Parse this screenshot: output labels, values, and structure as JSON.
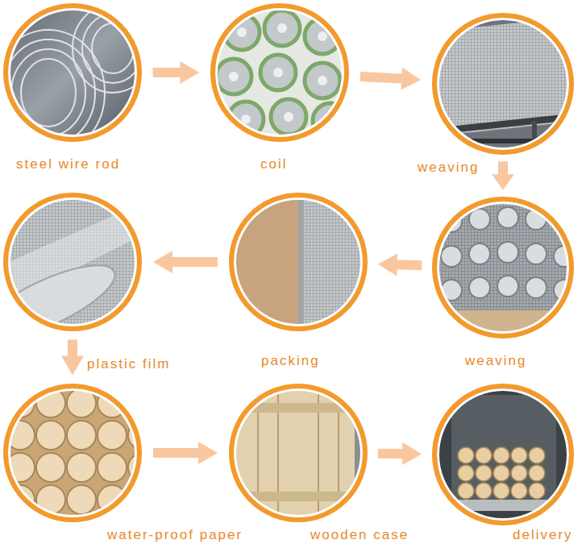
{
  "diagram": {
    "nodes": [
      {
        "text": [
          "steel wire rod"
        ]
      },
      {
        "text": [
          "coil"
        ]
      },
      {
        "text": [
          "weaving"
        ]
      },
      {
        "text": [
          "plastic film"
        ]
      },
      {
        "text": [
          "packing"
        ]
      },
      {
        "text": [
          "weaving"
        ]
      },
      {
        "text": [
          "water-proof paper"
        ]
      },
      {
        "text": [
          "wooden case"
        ]
      },
      {
        "text": [
          "delivery"
        ]
      }
    ],
    "edges": [
      {
        "from": 0,
        "to": 1,
        "arrow": "to"
      },
      {
        "from": 1,
        "to": 2,
        "arrow": "to"
      },
      {
        "from": 2,
        "to": 5,
        "arrow": "to"
      },
      {
        "from": 5,
        "to": 4,
        "arrow": "to"
      },
      {
        "from": 4,
        "to": 3,
        "arrow": "to"
      },
      {
        "from": 3,
        "to": 6,
        "arrow": "to"
      },
      {
        "from": 6,
        "to": 7,
        "arrow": "to"
      },
      {
        "from": 7,
        "to": 8,
        "arrow": "to"
      }
    ]
  }
}
